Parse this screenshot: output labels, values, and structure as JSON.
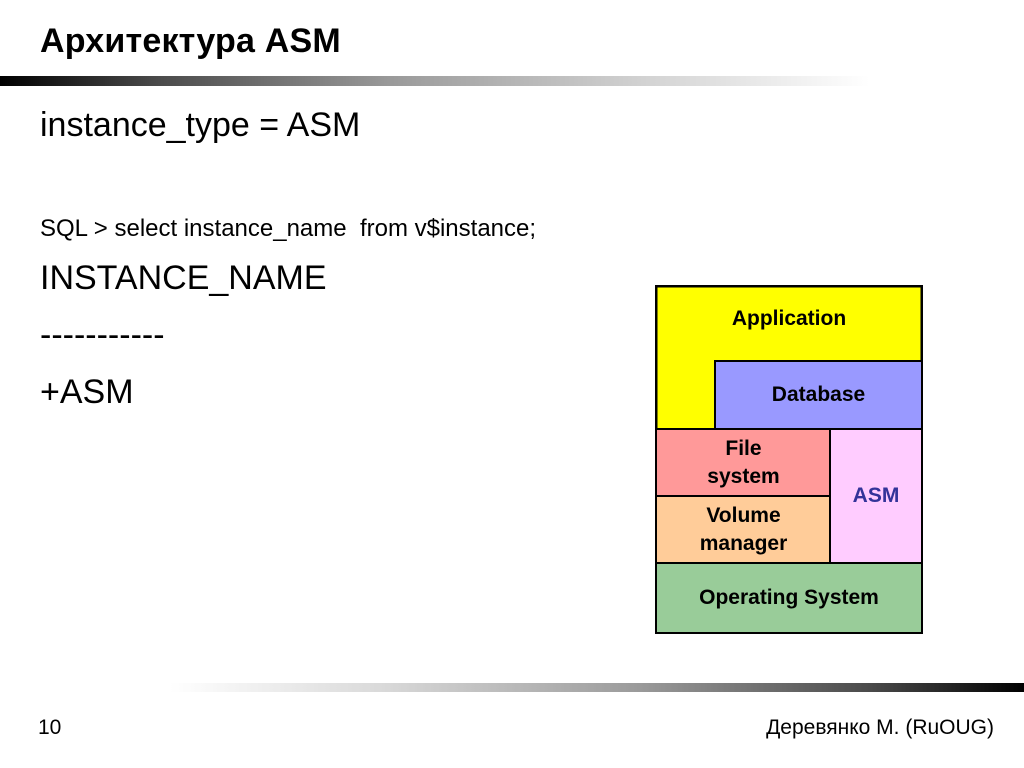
{
  "slide": {
    "title": "Архитектура ASM",
    "lines": [
      "instance_type = ASM",
      "SQL > select instance_name  from v$instance;",
      "INSTANCE_NAME",
      "-----------",
      "+ASM"
    ]
  },
  "diagram": {
    "blocks": {
      "application": {
        "label": "Application",
        "color": "#ffff00"
      },
      "database": {
        "label": "Database",
        "color": "#9999ff"
      },
      "file_system": {
        "label": "File\nsystem",
        "color": "#ff9999"
      },
      "volume_manager": {
        "label": "Volume\nmanager",
        "color": "#ffcc99"
      },
      "asm": {
        "label": "ASM",
        "color": "#ffccff",
        "text_color": "#333399"
      },
      "operating_system": {
        "label": "Operating System",
        "color": "#99cc99"
      }
    }
  },
  "footer": {
    "page_number": "10",
    "author": "Деревянко М. (RuOUG)"
  }
}
